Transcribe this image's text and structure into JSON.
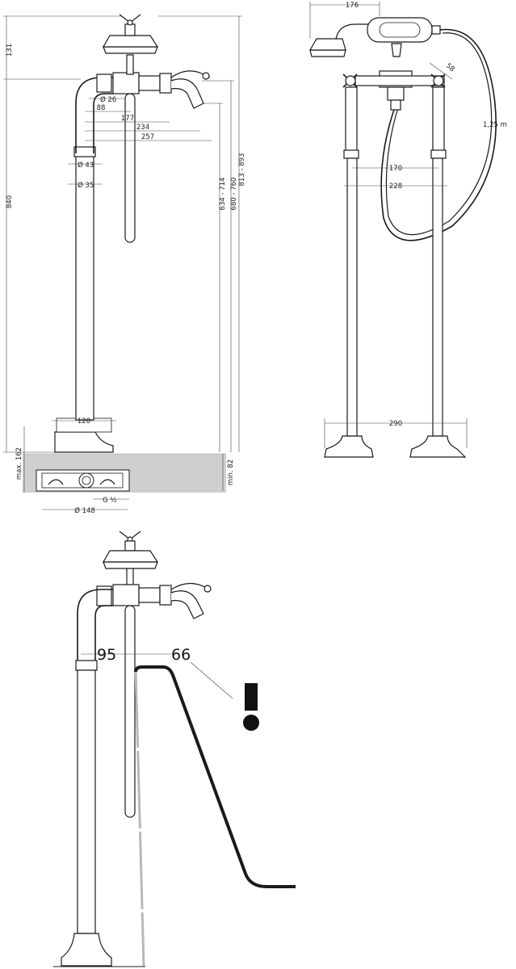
{
  "dimensions": {
    "top_height": "131",
    "total_height": "840",
    "range_outer": "813 - 893",
    "range_mid": "680 - 760",
    "range_inner": "634 - 714",
    "pipe_dia_26": "Ø 26",
    "offset_88": "88",
    "offset_177": "177",
    "offset_234": "234",
    "offset_257": "257",
    "dia_43": "Ø 43",
    "dia_35": "Ø 35",
    "base_120": "120",
    "max_162": "max. 162",
    "min_82": "min. 82",
    "dia_148": "Ø 148",
    "thread_g": "G ½",
    "shower_176": "176",
    "angle_58": "58",
    "hose_length": "1,25 m",
    "spread_170": "170",
    "spread_228": "228",
    "spread_290": "290",
    "clearance_95": "95",
    "clearance_66": "66"
  },
  "colors": {
    "line": "#1a1a1a",
    "floor": "#cfcfcf",
    "background": "#ffffff"
  },
  "icons": {
    "warning": "exclamation-icon"
  }
}
